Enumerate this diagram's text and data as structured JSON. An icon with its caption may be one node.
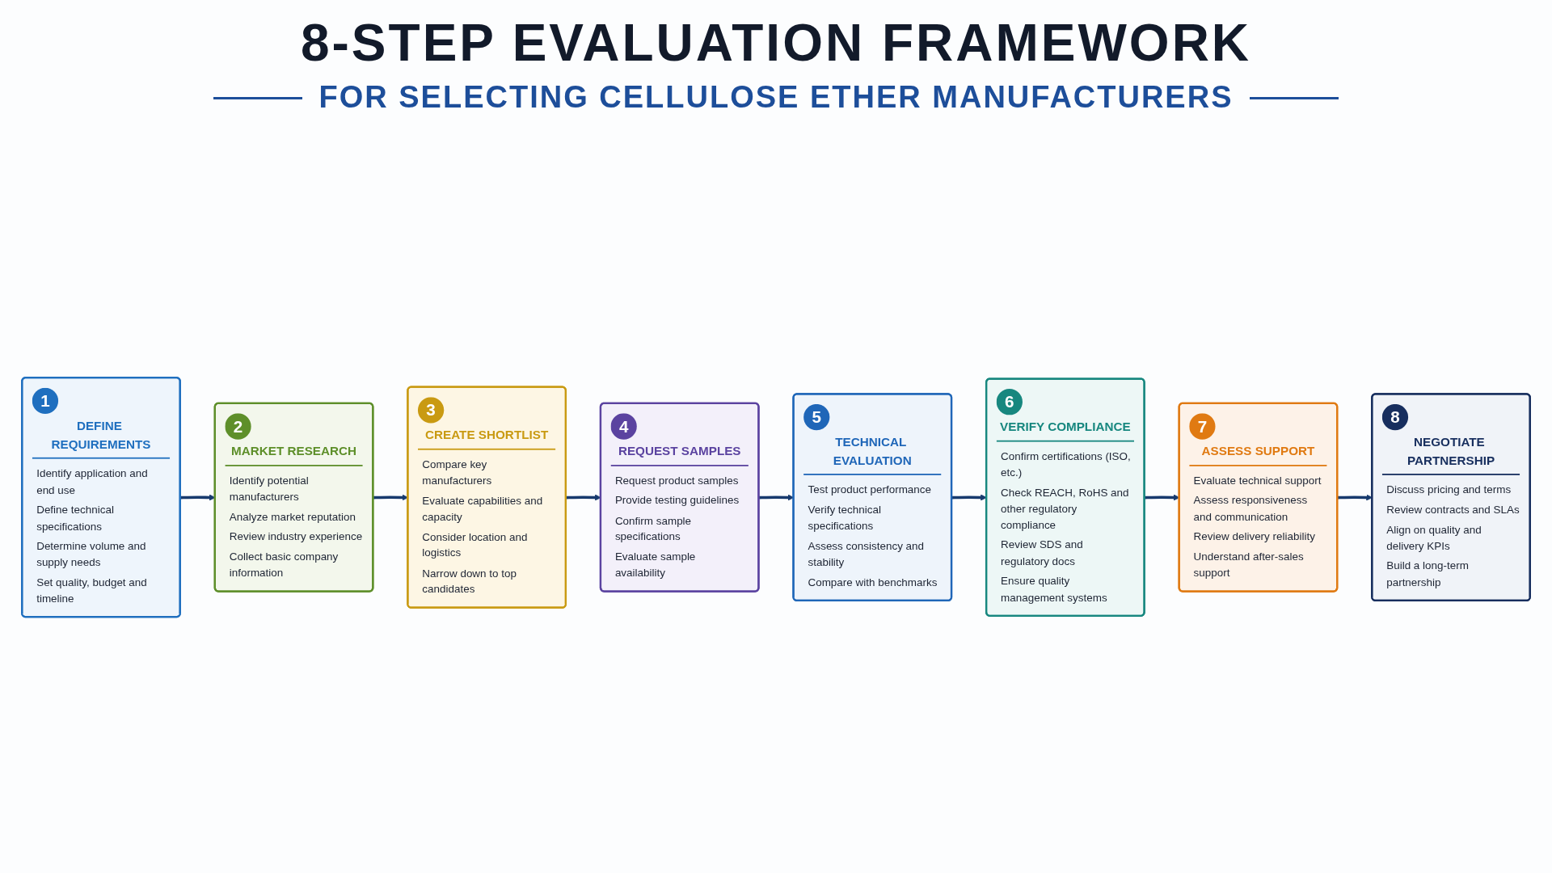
{
  "diagram": {
    "title": "8-STEP EVALUATION FRAMEWORK",
    "nodes": [
      {
        "text": [
          "1",
          "DEFINE REQUIREMENTS",
          "Identify application and end use",
          "Define technical specifications",
          "Determine volume and supply needs",
          "Set quality, budget and timeline"
        ]
      },
      {
        "text": [
          "2",
          "MARKET RESEARCH",
          "Identify potential manufacturers",
          "Analyze market reputation",
          "Review industry experience",
          "Collect basic company information"
        ]
      },
      {
        "text": [
          "3",
          "CREATE SHORTLIST",
          "Compare key manufacturers",
          "Evaluate capabilities and capacity",
          "Consider location and logistics",
          "Narrow down to top candidates"
        ]
      },
      {
        "text": [
          "4",
          "REQUEST SAMPLES",
          "Request product samples",
          "Provide testing guidelines",
          "Confirm sample specifications",
          "Evaluate sample availability"
        ]
      },
      {
        "text": [
          "5",
          "TECHNICAL EVALUATION",
          "Test product performance",
          "Verify technical specifications",
          "Assess consistency and stability",
          "Compare with benchmarks"
        ]
      },
      {
        "text": [
          "6",
          "VERIFY COMPLIANCE",
          "Confirm certifications (ISO, etc.)",
          "Check REACH, RoHS and other regulatory compliance",
          "Review SDS and regulatory docs",
          "Ensure quality management systems"
        ]
      },
      {
        "text": [
          "7",
          "ASSESS SUPPORT",
          "Evaluate technical support",
          "Assess responsiveness and communication",
          "Review delivery reliability",
          "Understand after-sales support"
        ]
      },
      {
        "text": [
          "8",
          "NEGOTIATE PARTNERSHIP",
          "Discuss pricing and terms",
          "Review contracts and SLAs",
          "Align on quality and delivery KPIs",
          "Build a long-term partnership"
        ]
      }
    ],
    "edges": [
      {
        "from": 0,
        "to": 1,
        "arrow": "to"
      },
      {
        "from": 1,
        "to": 2,
        "arrow": "to"
      },
      {
        "from": 2,
        "to": 3,
        "arrow": "to"
      },
      {
        "from": 3,
        "to": 4,
        "arrow": "to"
      },
      {
        "from": 4,
        "to": 5,
        "arrow": "to"
      },
      {
        "from": 5,
        "to": 6,
        "arrow": "to"
      },
      {
        "from": 6,
        "to": 7,
        "arrow": "to"
      }
    ],
    "labels": [
      "FOR SELECTING CELLULOSE ETHER MANUFACTURERS"
    ]
  }
}
